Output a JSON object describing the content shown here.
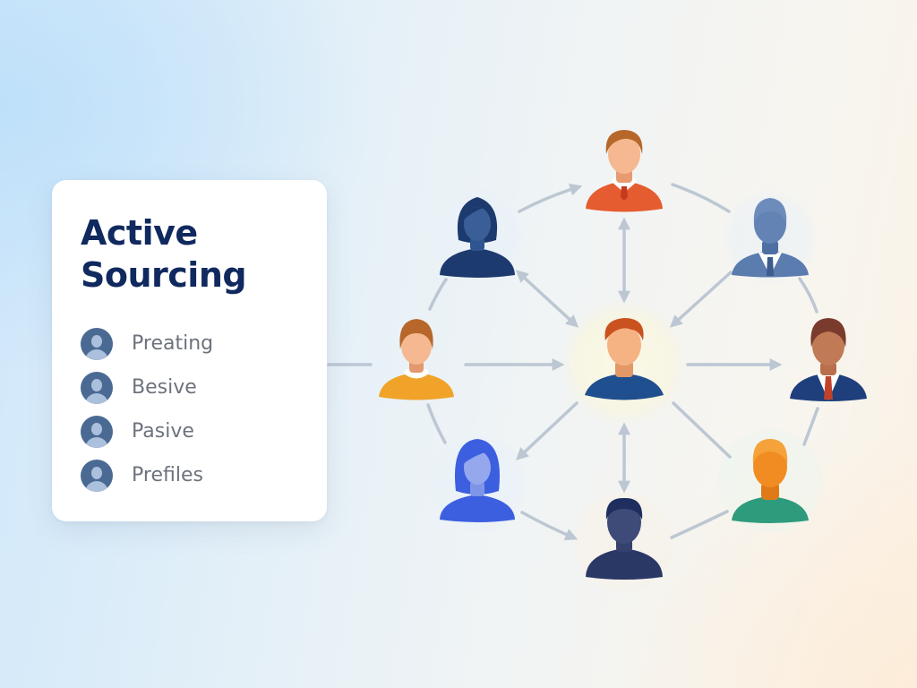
{
  "card": {
    "title_line1": "Active",
    "title_line2": "Sourcing",
    "items": [
      {
        "label": "Preating",
        "icon": "user-avatar-icon"
      },
      {
        "label": "Besive",
        "icon": "user-avatar-icon"
      },
      {
        "label": "Pasive",
        "icon": "user-avatar-icon"
      },
      {
        "label": "Prefiles",
        "icon": "user-avatar-icon"
      }
    ]
  },
  "network": {
    "center": {
      "name": "center-person",
      "hair": "#c9521f",
      "shirt": "#1f4f8f",
      "glow": "#f7f5e3"
    },
    "nodes": [
      {
        "name": "top-person",
        "hair": "#b7672a",
        "shirt": "#e55c30",
        "accent": "tie"
      },
      {
        "name": "top-left-woman",
        "hair": "#1c3a6e",
        "shirt": "#1c3a6e",
        "accent": "silhouette"
      },
      {
        "name": "top-right-man",
        "hair": "#5a7cae",
        "shirt": "#5a7cae",
        "accent": "suit-silhouette"
      },
      {
        "name": "left-person",
        "hair": "#b7672a",
        "shirt": "#f0a328",
        "accent": "collar"
      },
      {
        "name": "right-man",
        "hair": "#7a3a2c",
        "shirt": "#1e3f7c",
        "accent": "suit-tie"
      },
      {
        "name": "bottom-left-woman",
        "hair": "#3c5fe0",
        "shirt": "#3c5fe0",
        "accent": "silhouette"
      },
      {
        "name": "bottom-right-person",
        "hair": "#ef8a23",
        "shirt": "#2e9b7d",
        "accent": "silhouette"
      },
      {
        "name": "bottom-man",
        "hair": "#1e2e5e",
        "shirt": "#2a3866",
        "accent": "silhouette"
      }
    ],
    "arrow_color": "#bcc7d3"
  }
}
